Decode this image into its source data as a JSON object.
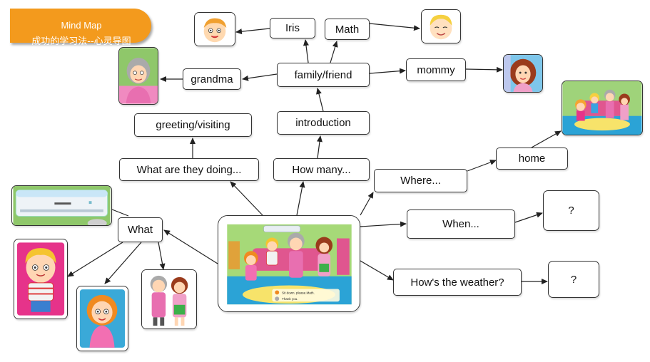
{
  "banner": {
    "title": "Mind Map",
    "subtitle": "成功的学习法--心灵导图"
  },
  "nodes": {
    "iris": "Iris",
    "math": "Math",
    "grandma": "grandma",
    "family_friend": "family/friend",
    "mommy": "mommy",
    "greeting": "greeting/visiting",
    "introduction": "introduction",
    "doing": "What are they doing...",
    "how_many": "How many...",
    "where": "Where...",
    "home": "home",
    "what": "What",
    "when": "When...",
    "weather": "How's the weather?",
    "unknown1": "?",
    "unknown2": "?"
  },
  "center_scene": {
    "speech1": "Sit down, please.Math.",
    "speech2": "Thank you."
  }
}
